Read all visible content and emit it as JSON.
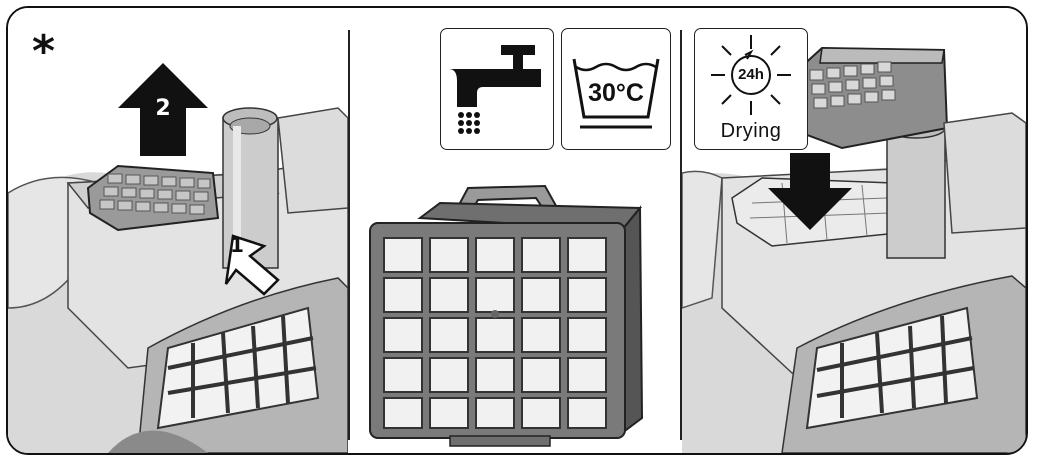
{
  "marker": "*",
  "step1_label": "1",
  "step2_label": "2",
  "wash_temperature": "30°C",
  "drying_duration": "24h",
  "drying_label": "Drying",
  "icons": [
    "asterisk-icon",
    "water-tap-icon",
    "wash-30c-icon",
    "drying-24h-icon",
    "arrow-up-icon",
    "arrow-press-icon",
    "arrow-down-icon"
  ]
}
